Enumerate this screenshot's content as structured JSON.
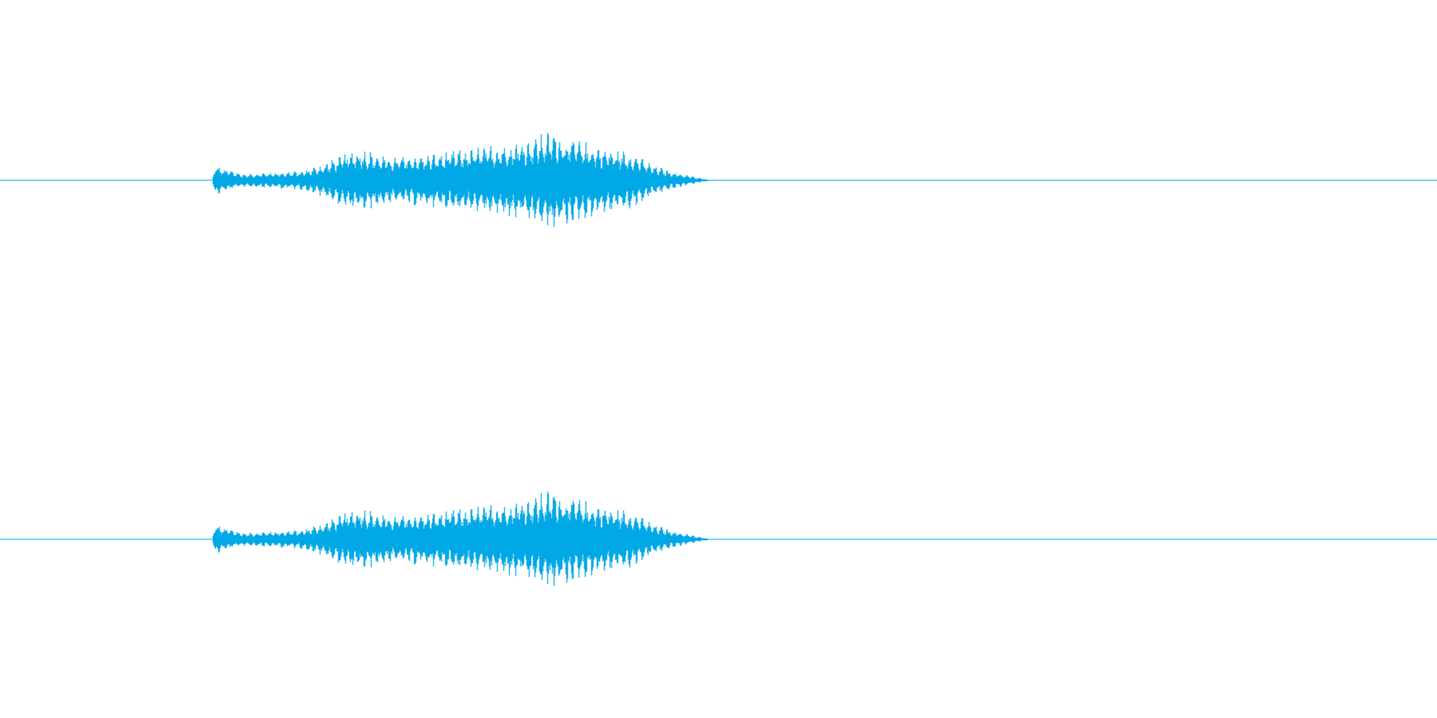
{
  "colors": {
    "background": "#ffffff",
    "waveform": "#00a8e6"
  },
  "chart_data": {
    "type": "line",
    "description_kind": "stereo-audio-waveform",
    "channels": 2,
    "time_range": [
      0,
      1
    ],
    "amplitude_range": [
      -1,
      1
    ],
    "signal_start": 0.148,
    "signal_end": 0.494,
    "grid": false,
    "legend": "none",
    "envelope": [
      {
        "t": 0.148,
        "amp": 0.02
      },
      {
        "t": 0.15,
        "amp": 0.3
      },
      {
        "t": 0.153,
        "amp": 0.22
      },
      {
        "t": 0.16,
        "amp": 0.18
      },
      {
        "t": 0.17,
        "amp": 0.11
      },
      {
        "t": 0.19,
        "amp": 0.14
      },
      {
        "t": 0.21,
        "amp": 0.16
      },
      {
        "t": 0.225,
        "amp": 0.28
      },
      {
        "t": 0.24,
        "amp": 0.46
      },
      {
        "t": 0.25,
        "amp": 0.55
      },
      {
        "t": 0.27,
        "amp": 0.4
      },
      {
        "t": 0.3,
        "amp": 0.45
      },
      {
        "t": 0.33,
        "amp": 0.55
      },
      {
        "t": 0.35,
        "amp": 0.62
      },
      {
        "t": 0.37,
        "amp": 0.72
      },
      {
        "t": 0.385,
        "amp": 0.84
      },
      {
        "t": 0.4,
        "amp": 0.7
      },
      {
        "t": 0.42,
        "amp": 0.56
      },
      {
        "t": 0.44,
        "amp": 0.47
      },
      {
        "t": 0.455,
        "amp": 0.25
      },
      {
        "t": 0.47,
        "amp": 0.14
      },
      {
        "t": 0.485,
        "amp": 0.05
      },
      {
        "t": 0.494,
        "amp": 0.01
      }
    ],
    "burst_period": 0.0044
  }
}
